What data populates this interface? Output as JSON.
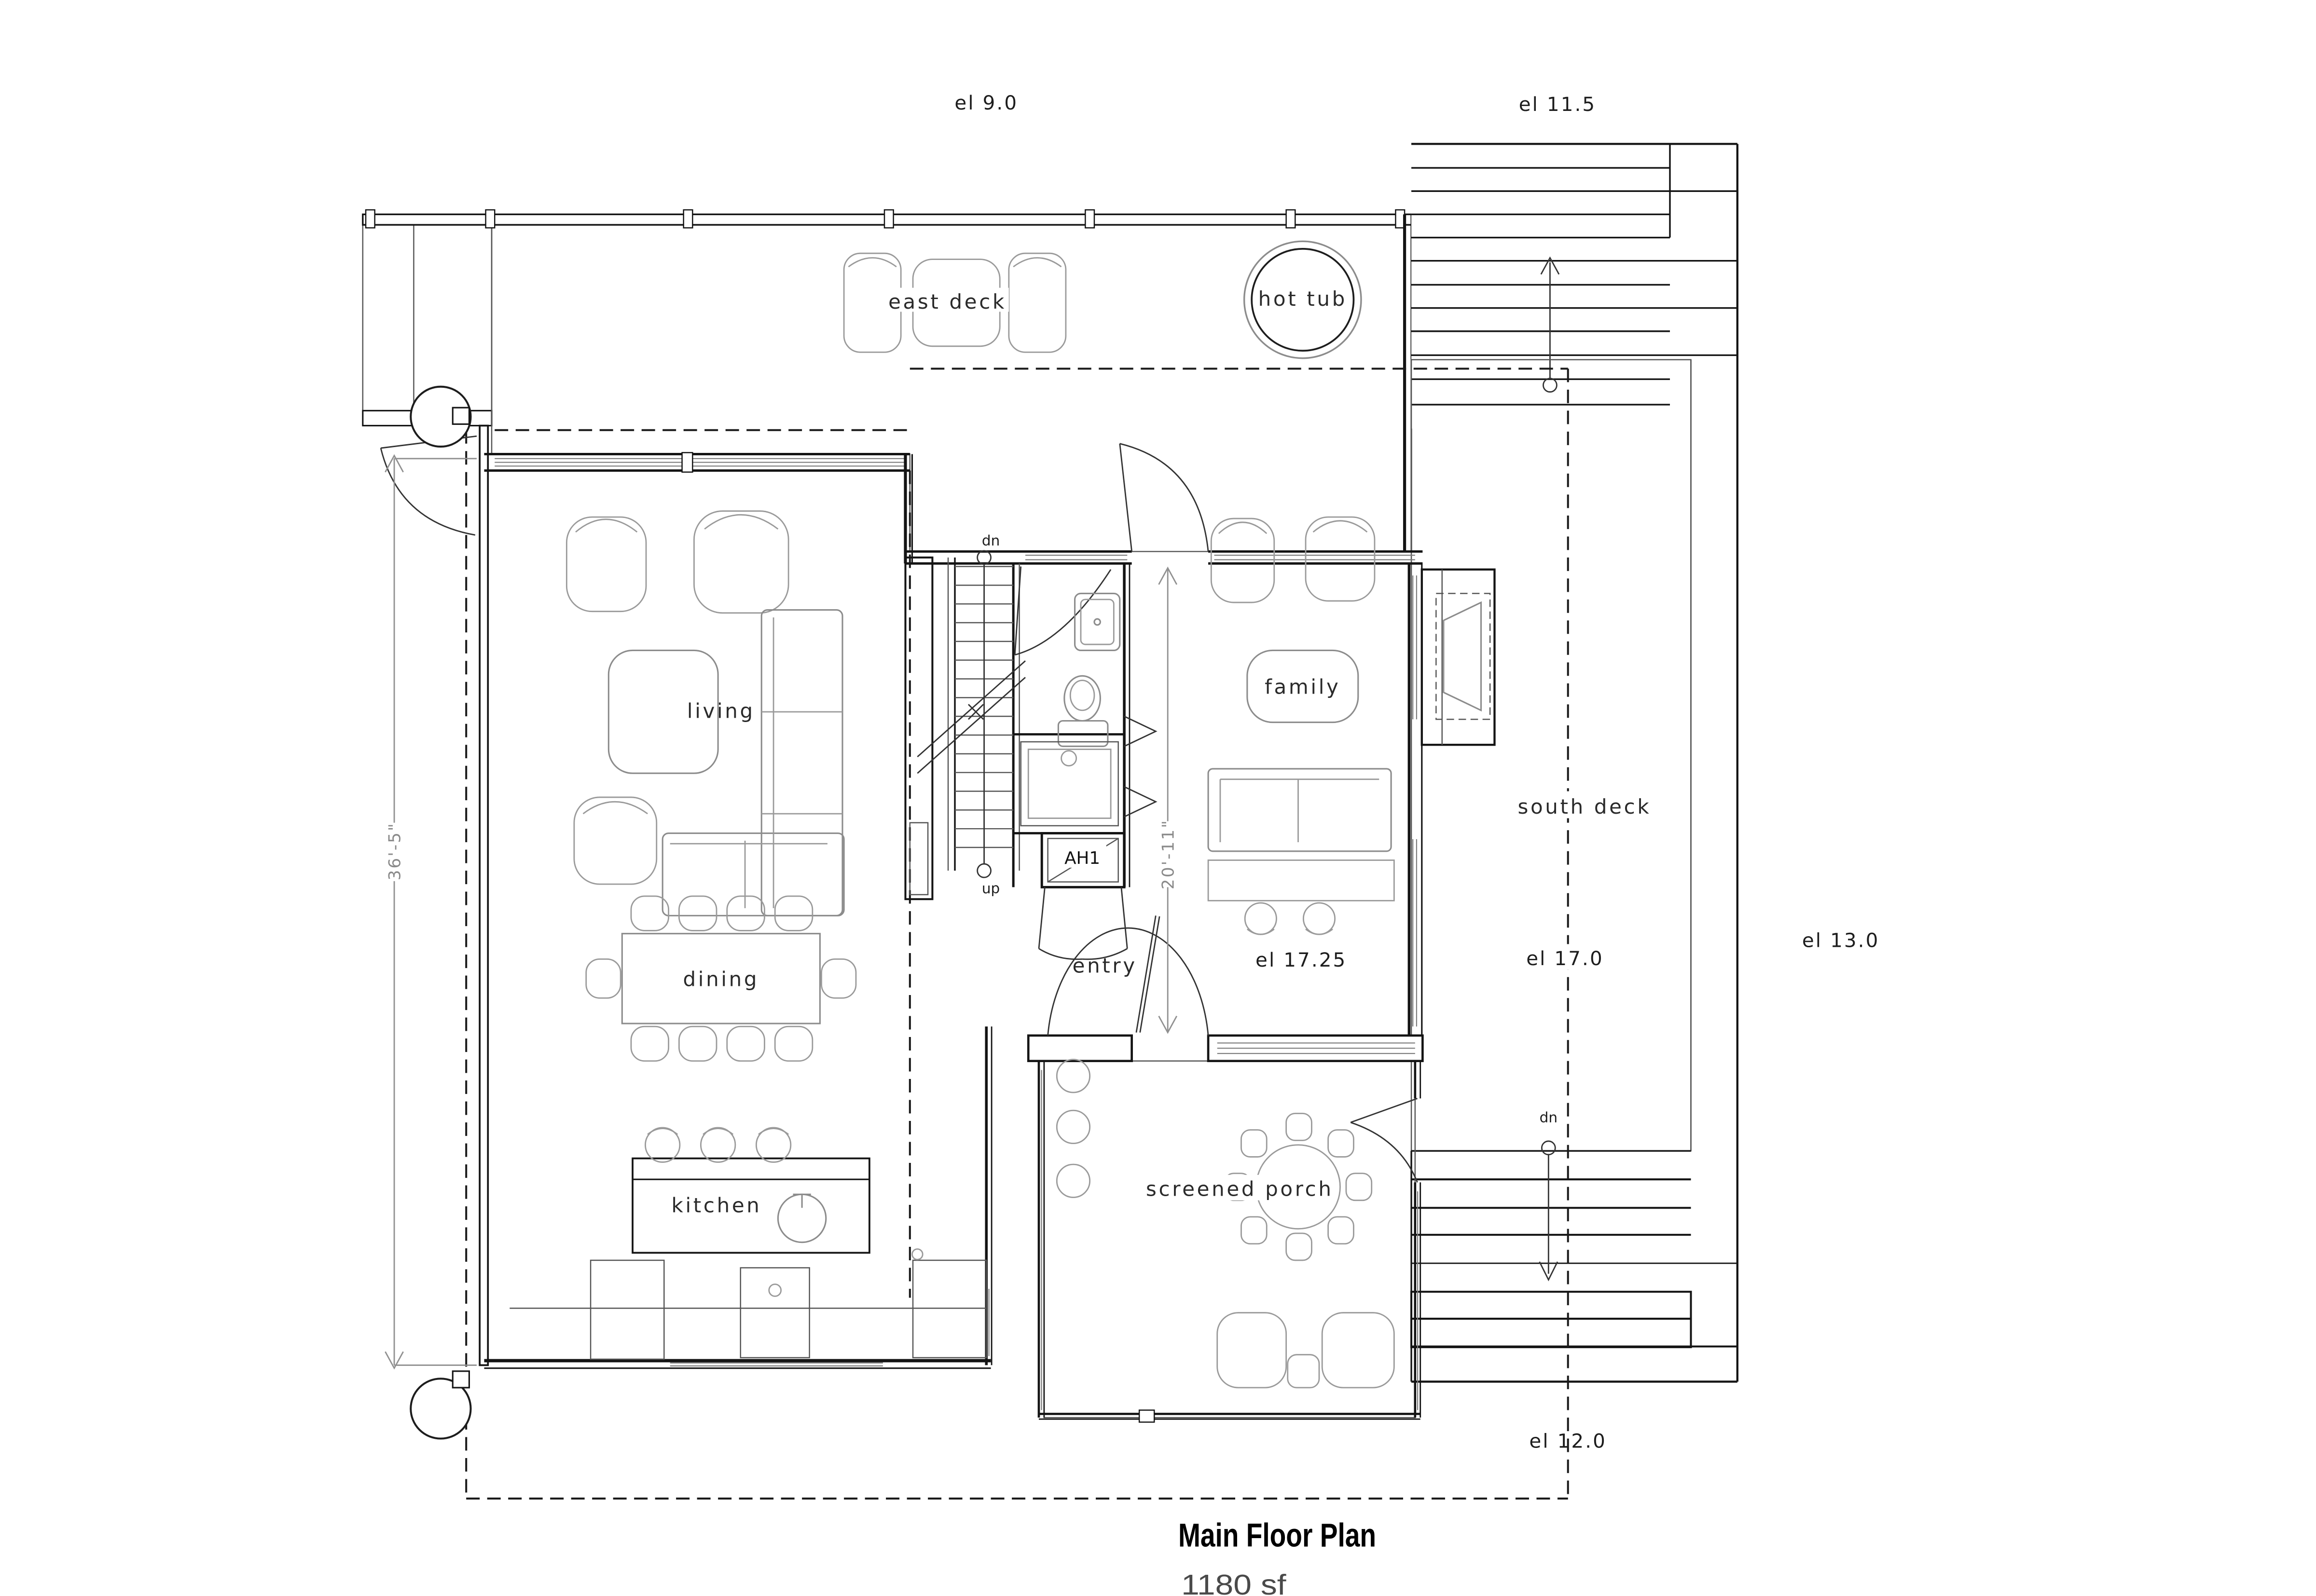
{
  "title": {
    "name": "Main Floor Plan",
    "area": "1180 sf"
  },
  "rooms": {
    "living": "living",
    "dining": "dining",
    "kitchen": "kitchen",
    "family": "family",
    "entry": "entry",
    "screened_porch": "screened porch"
  },
  "outdoor": {
    "east_deck": "east deck",
    "south_deck": "south deck",
    "hot_tub": "hot tub"
  },
  "elevations": {
    "east_deck": "el  9.0",
    "upper_landing": "el  11.5",
    "family": "el  17.25",
    "south_deck": "el  17.0",
    "grade_east": "el  13.0",
    "lower_landing": "el  12.0"
  },
  "stairs": {
    "down": "dn",
    "up": "up",
    "deck_down": "dn"
  },
  "equipment": {
    "air_handler": "AH1"
  },
  "dimensions": {
    "west_wall": "36'-5\"",
    "east_wing": "20'-11\""
  }
}
